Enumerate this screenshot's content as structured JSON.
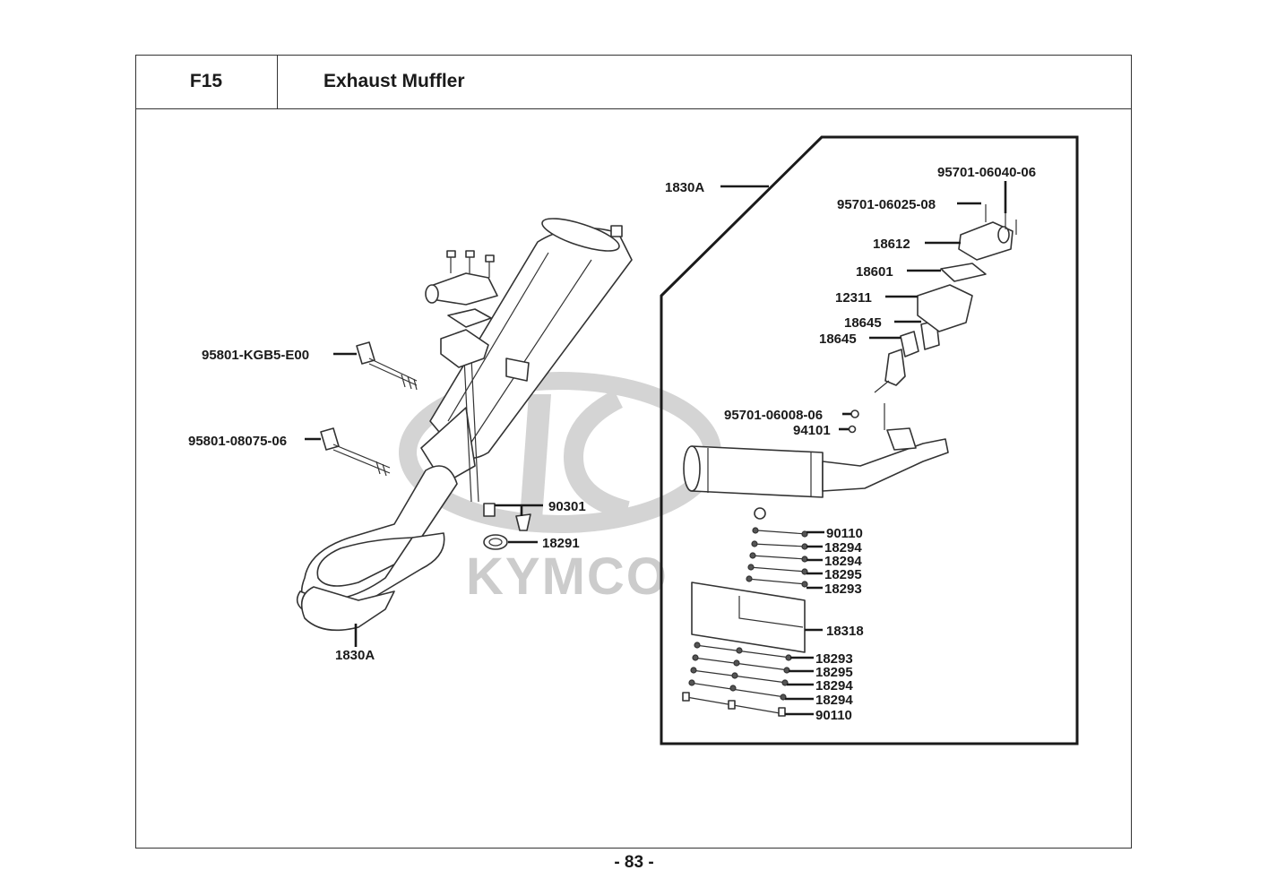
{
  "header": {
    "section_code": "F15",
    "section_title": "Exhaust Muffler"
  },
  "watermark": {
    "brand": "KYMCO"
  },
  "footer": {
    "page_number": "- 83 -"
  },
  "callouts_left": [
    "95801-KGB5-E00",
    "95801-08075-06",
    "90301",
    "18291",
    "1830A"
  ],
  "callouts_right": [
    "1830A",
    "95701-06040-06",
    "95701-06025-08",
    "18612",
    "18601",
    "12311",
    "18645",
    "18645",
    "95701-06008-06",
    "94101",
    "90110",
    "18294",
    "18294",
    "18295",
    "18293",
    "18318",
    "18293",
    "18295",
    "18294",
    "18294",
    "90110"
  ]
}
